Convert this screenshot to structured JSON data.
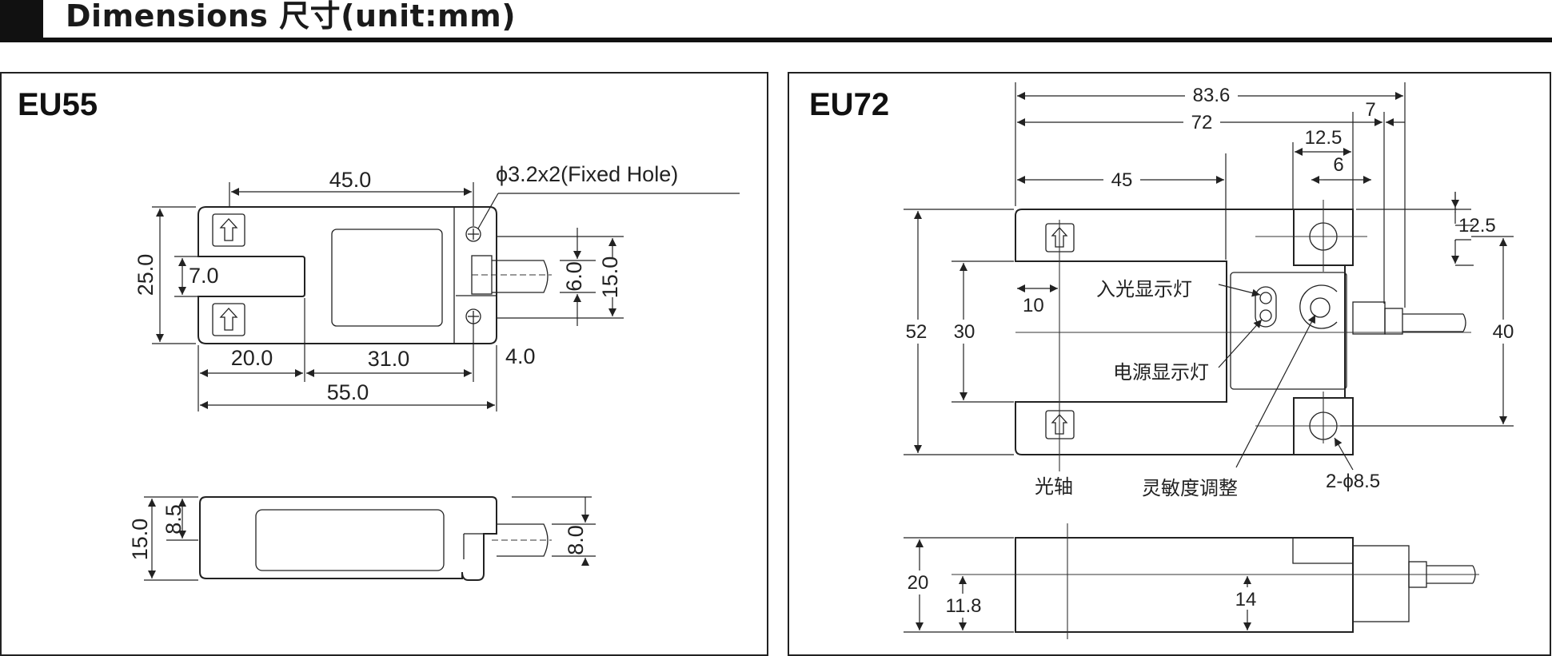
{
  "header": {
    "title": "Dimensions 尺寸(unit:mm)"
  },
  "eu55": {
    "model": "EU55",
    "dims": {
      "overall_length": "55.0",
      "hole_pitch": "45.0",
      "height": "25.0",
      "slot_width": "7.0",
      "slot_depth": "20.0",
      "spacing": "31.0",
      "edge_offset": "4.0",
      "cable_dia": "6.0",
      "cable_offset": "15.0",
      "fixed_hole": "ϕ3.2x2(Fixed Hole)",
      "side_thickness": "15.0",
      "side_step": "8.5",
      "side_cable": "8.0"
    }
  },
  "eu72": {
    "model": "EU72",
    "dims": {
      "total_length": "83.6",
      "body_length": "72",
      "slot_length": "45",
      "hole_spacing": "12.5",
      "cable_boss": "7",
      "led_offset": "6",
      "top_offset": "12.5",
      "overall_height": "52",
      "slot_width": "30",
      "hole_pitch_v": "40",
      "axis_offset": "10",
      "mount_holes": "2-ϕ8.5",
      "thickness": "20",
      "side_offset": "11.8",
      "side_center": "14"
    },
    "labels": {
      "light_indicator": "入光显示灯",
      "power_indicator": "电源显示灯",
      "optical_axis": "光轴",
      "sensitivity_adjust": "灵敏度调整"
    }
  }
}
